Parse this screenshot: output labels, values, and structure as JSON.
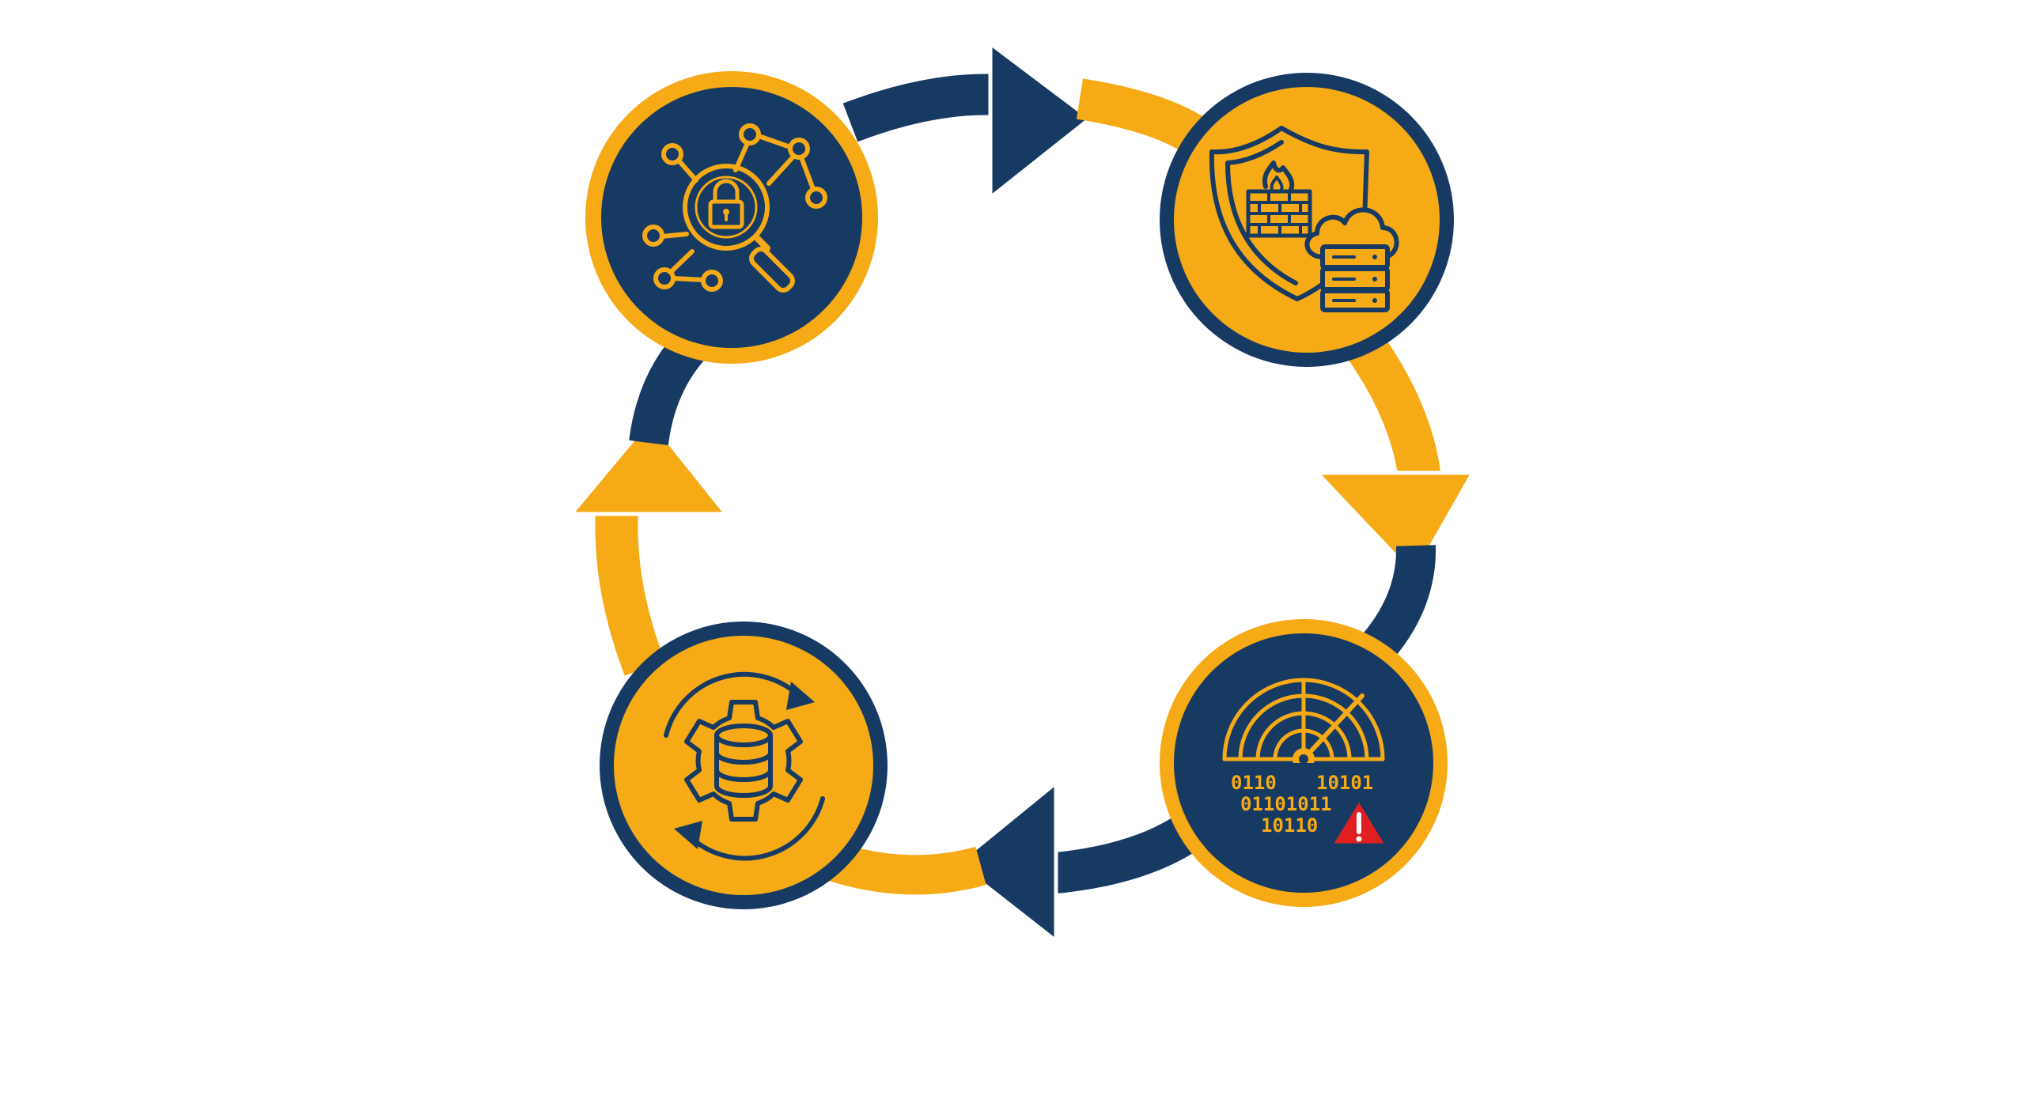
{
  "colors": {
    "navy": "#173a63",
    "gold": "#f5aa16",
    "alert_red": "#e02020",
    "background": "#ffffff"
  },
  "nodes": [
    {
      "id": "identify",
      "icon": "network-lock-magnifier-icon",
      "fill": "navy"
    },
    {
      "id": "protect",
      "icon": "shield-firewall-cloud-server-icon",
      "fill": "gold"
    },
    {
      "id": "detect",
      "icon": "radar-binary-alert-icon",
      "fill": "navy"
    },
    {
      "id": "recover",
      "icon": "gear-database-cycle-icon",
      "fill": "gold"
    }
  ],
  "arrows": [
    {
      "from": "identify",
      "to": "protect",
      "color": "navy"
    },
    {
      "from": "protect",
      "to": "detect",
      "color": "gold"
    },
    {
      "from": "detect",
      "to": "recover",
      "color": "navy"
    },
    {
      "from": "recover",
      "to": "identify",
      "color": "gold"
    }
  ],
  "binary": {
    "line1_left": "0110",
    "line1_right": "10101",
    "line2": "01101011",
    "line3": "10110"
  }
}
